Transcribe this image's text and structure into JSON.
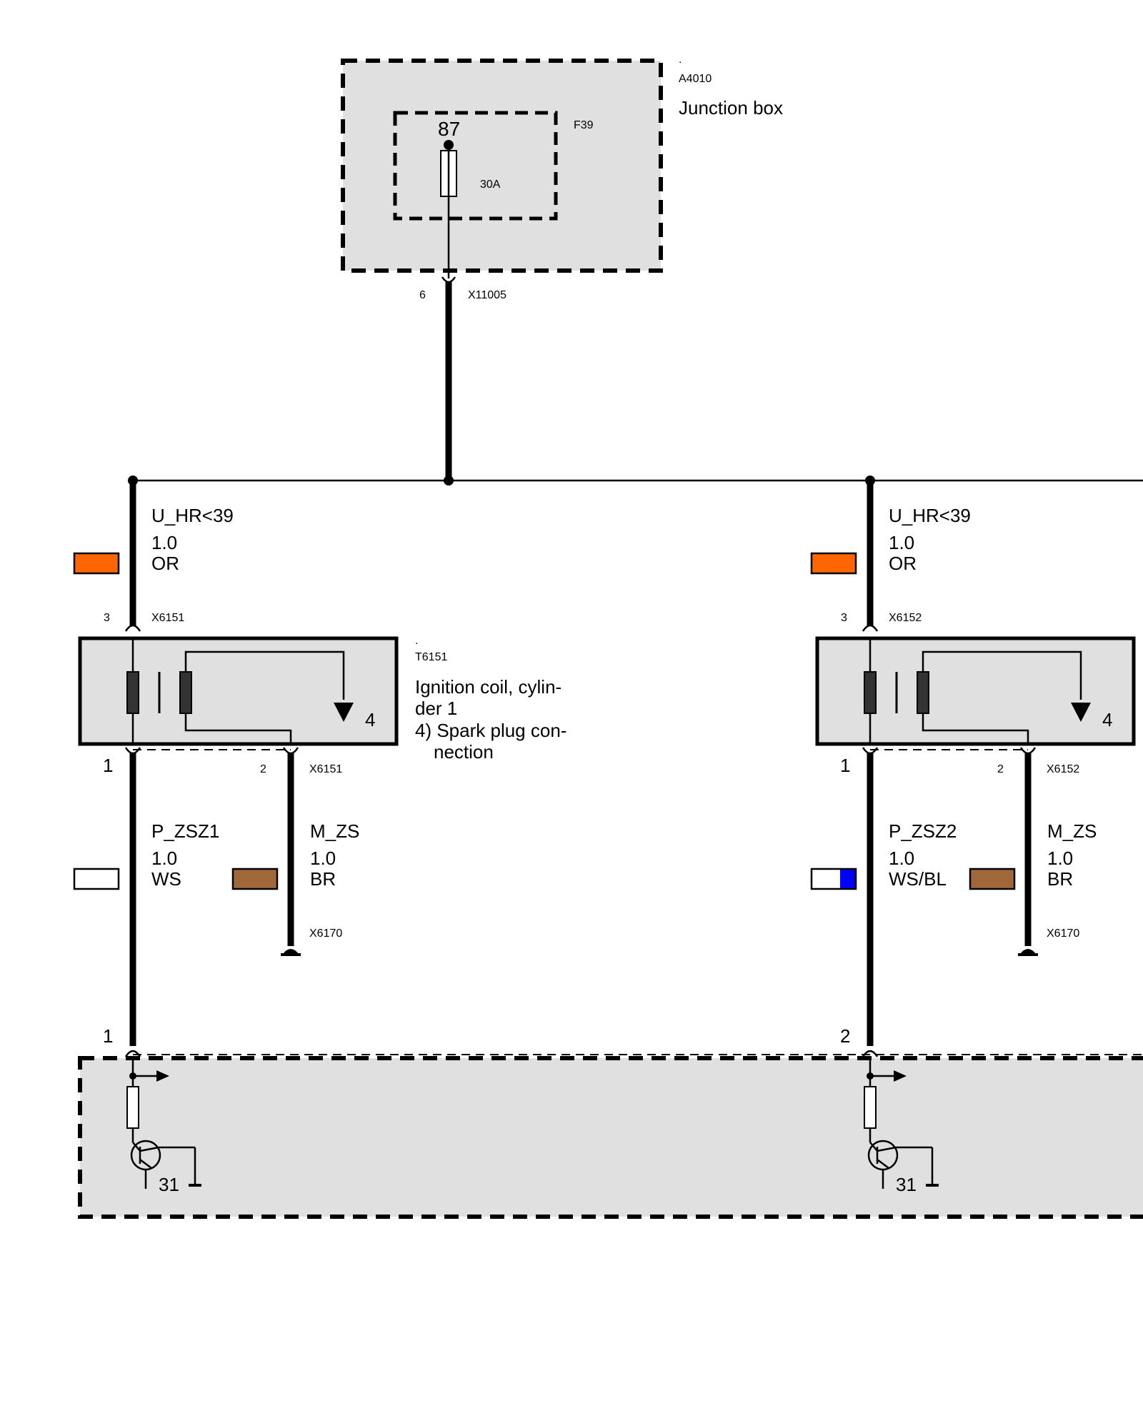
{
  "junction_box": {
    "dot": ".",
    "id": "A4010",
    "name": "Junction box",
    "fuse_id": "F39",
    "terminal": "87",
    "rating": "30A",
    "pin": "6",
    "connector": "X11005"
  },
  "branches": [
    {
      "supply_signal": "U_HR<39",
      "supply_size": "1.0",
      "supply_color_code": "OR",
      "supply_swatch": [
        "#ff6600"
      ],
      "coil_in_pin": "3",
      "coil_connector": "X6151",
      "coil_out_pin": "1",
      "ground_pin": "2",
      "spark_terminal": "4",
      "signal": "P_ZSZ1",
      "signal_size": "1.0",
      "signal_color_code": "WS",
      "signal_swatch": [
        "#ffffff"
      ],
      "ground_signal": "M_ZS",
      "ground_size": "1.0",
      "ground_color_code": "BR",
      "ground_swatch": [
        "#a0683a"
      ],
      "ground_point": "X6170",
      "ecu_pin": "1",
      "ecu_terminal": "31"
    },
    {
      "supply_signal": "U_HR<39",
      "supply_size": "1.0",
      "supply_color_code": "OR",
      "supply_swatch": [
        "#ff6600"
      ],
      "coil_in_pin": "3",
      "coil_connector": "X6152",
      "coil_out_pin": "1",
      "ground_pin": "2",
      "spark_terminal": "4",
      "signal": "P_ZSZ2",
      "signal_size": "1.0",
      "signal_color_code": "WS/BL",
      "signal_swatch": [
        "#ffffff",
        "#0000ff"
      ],
      "ground_signal": "M_ZS",
      "ground_size": "1.0",
      "ground_color_code": "BR",
      "ground_swatch": [
        "#a0683a"
      ],
      "ground_point": "X6170",
      "ecu_pin": "2",
      "ecu_terminal": "31"
    }
  ],
  "coil_description": {
    "dot": ".",
    "id": "T6151",
    "line1": "Ignition coil, cylin-",
    "line2": "der 1",
    "line3": "4) Spark plug con-",
    "line4": "nection"
  }
}
